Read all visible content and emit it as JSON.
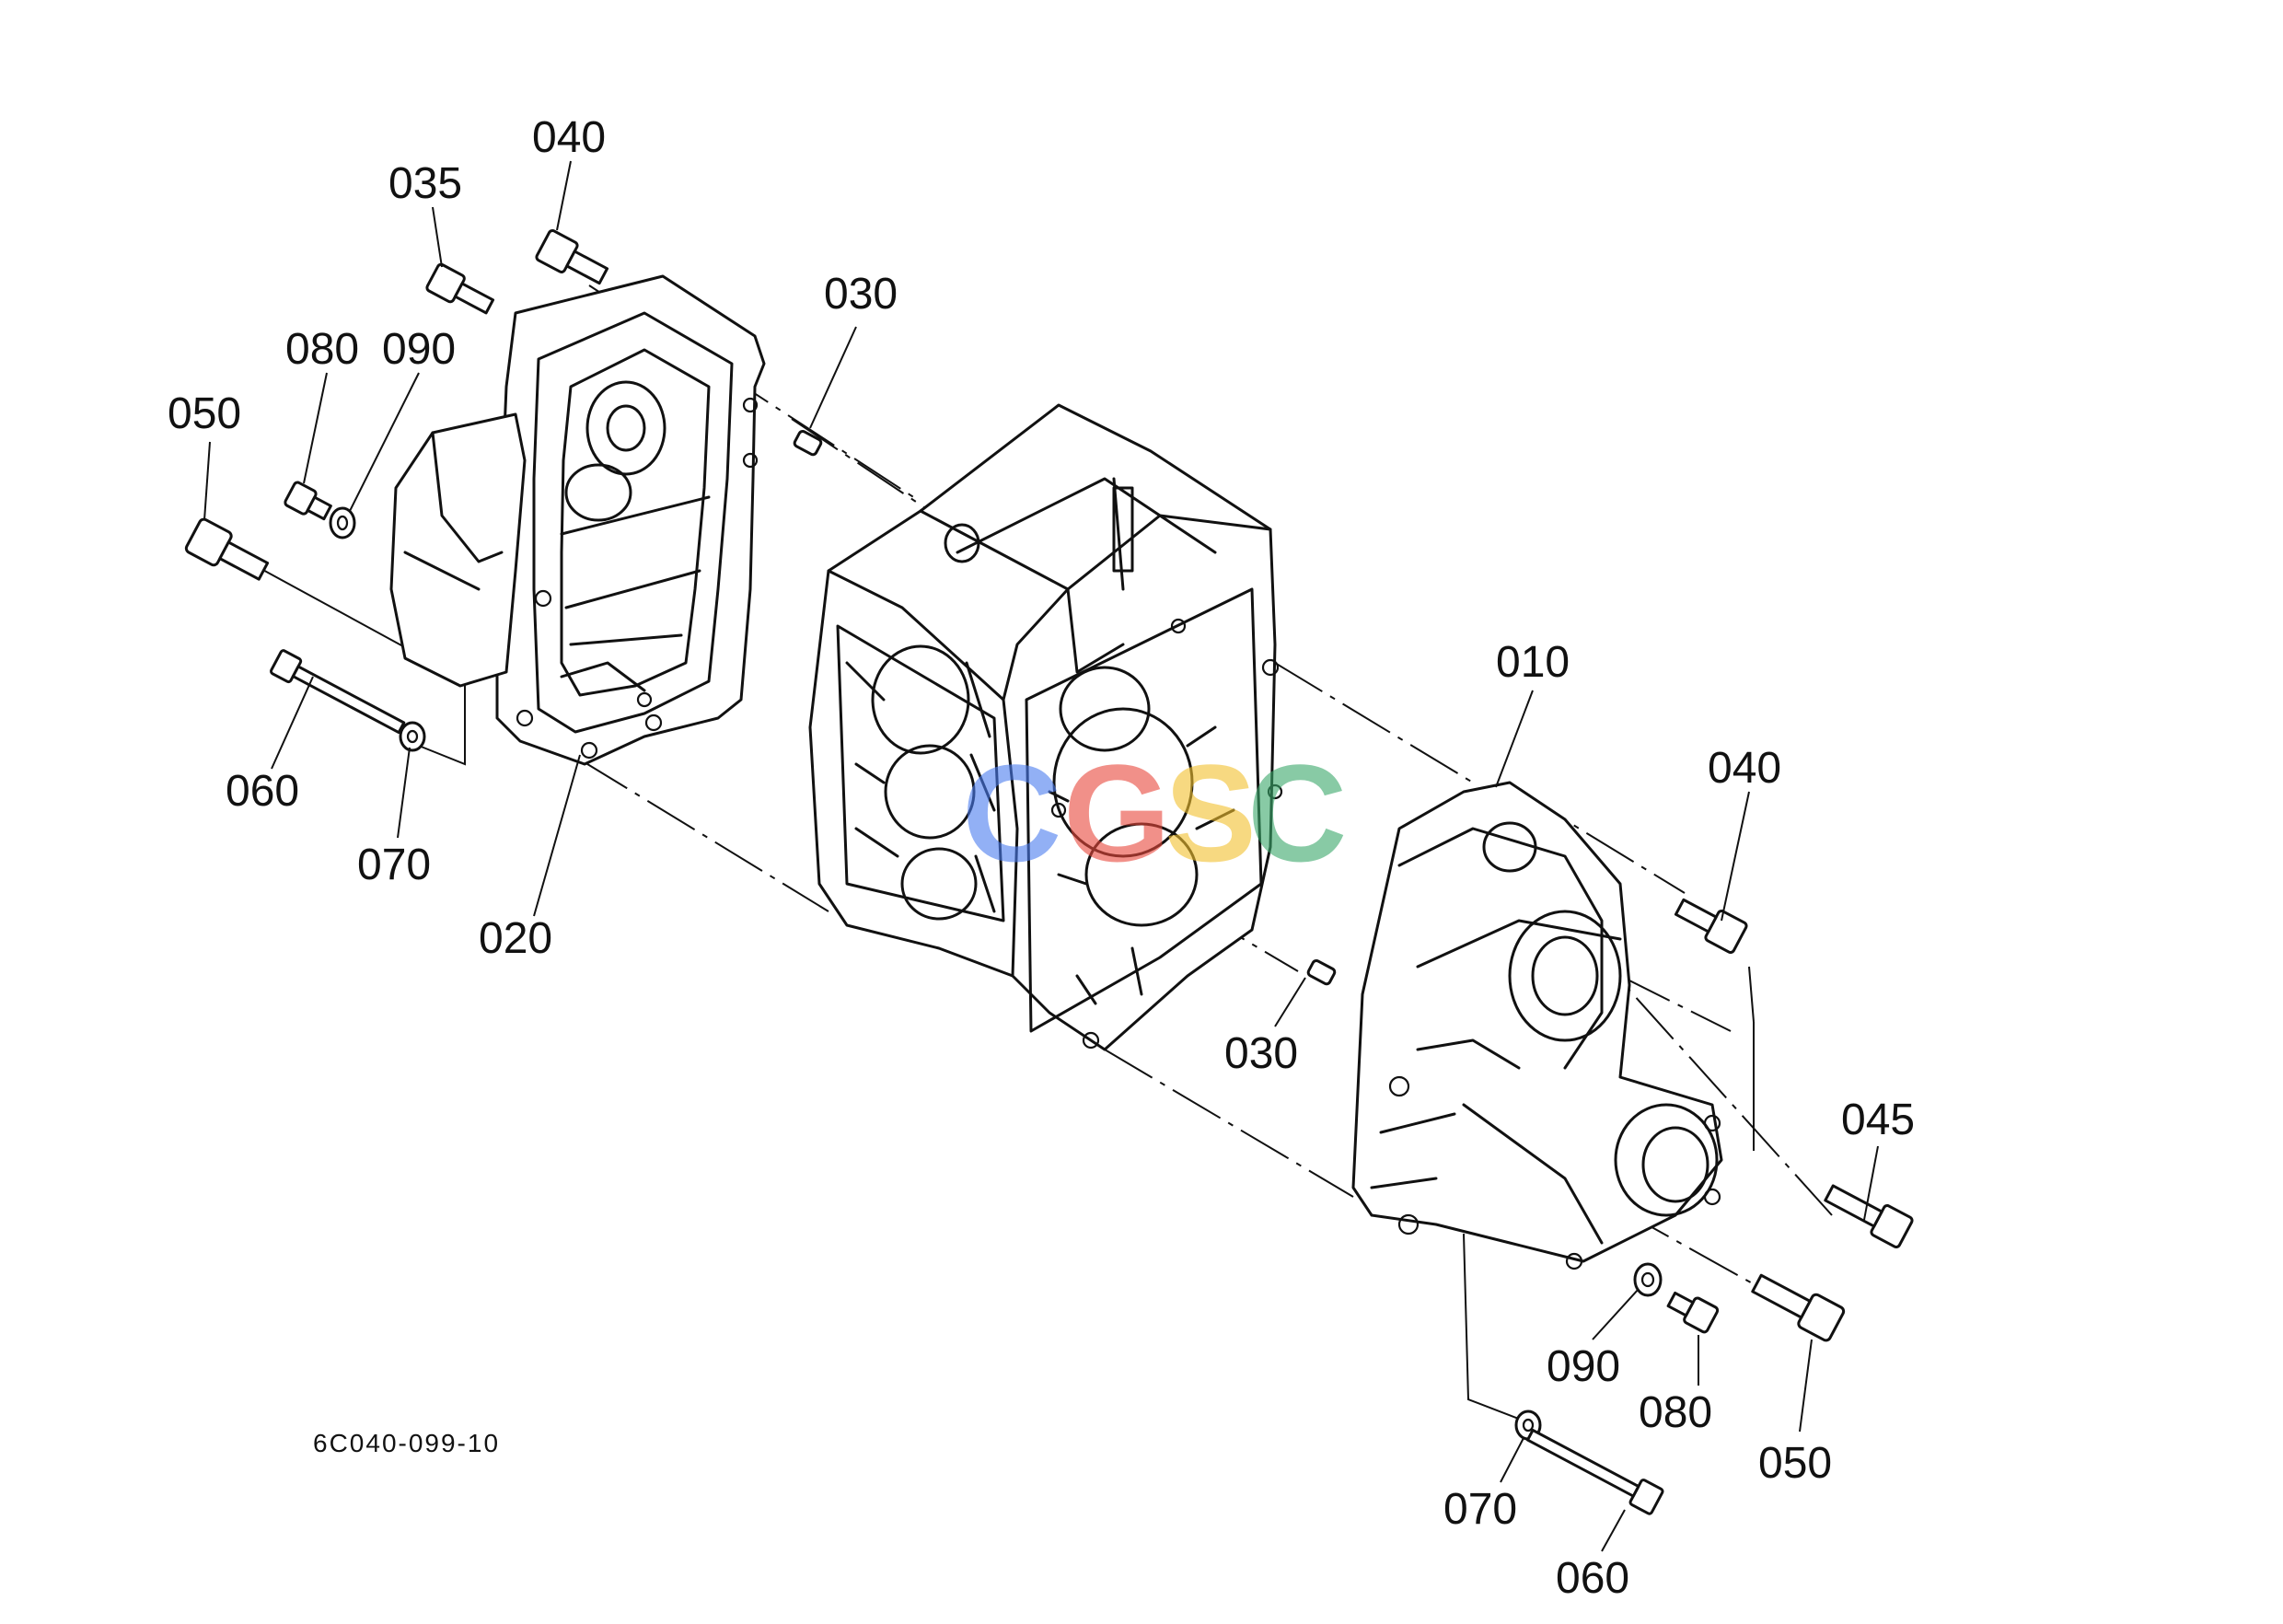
{
  "diagram": {
    "figure_code": "6C040-099-10",
    "watermark": {
      "letters": [
        "C",
        "G",
        "S",
        "C"
      ],
      "colors": [
        "#4a7cf0",
        "#e8483c",
        "#f2c12e",
        "#3aa86a"
      ]
    },
    "callouts": [
      {
        "id": "040-left",
        "text": "040"
      },
      {
        "id": "035",
        "text": "035"
      },
      {
        "id": "030-top",
        "text": "030"
      },
      {
        "id": "080-left",
        "text": "080"
      },
      {
        "id": "090-left",
        "text": "090"
      },
      {
        "id": "050-left",
        "text": "050"
      },
      {
        "id": "060-left",
        "text": "060"
      },
      {
        "id": "070-left",
        "text": "070"
      },
      {
        "id": "020",
        "text": "020"
      },
      {
        "id": "010",
        "text": "010"
      },
      {
        "id": "040-right",
        "text": "040"
      },
      {
        "id": "030-bottom",
        "text": "030"
      },
      {
        "id": "045",
        "text": "045"
      },
      {
        "id": "090-right",
        "text": "090"
      },
      {
        "id": "080-right",
        "text": "080"
      },
      {
        "id": "050-right",
        "text": "050"
      },
      {
        "id": "070-right",
        "text": "070"
      },
      {
        "id": "060-right",
        "text": "060"
      }
    ]
  }
}
